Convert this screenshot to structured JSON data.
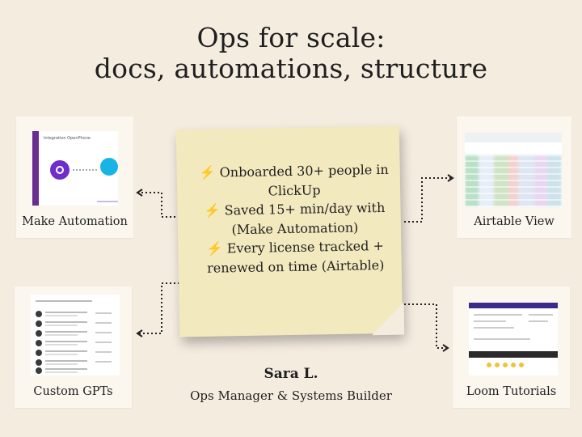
{
  "title": {
    "line1": "Ops for scale:",
    "line2": "docs, automations, structure"
  },
  "cards": {
    "make": {
      "label": "Make Automation",
      "thumb_header": "Integration OpenPhone"
    },
    "airtable": {
      "label": "Airtable View"
    },
    "gpts": {
      "label": "Custom GPTs"
    },
    "loom": {
      "label": "Loom Tutorials"
    }
  },
  "note": {
    "icon": "lightning-icon",
    "lines": [
      "⚡ Onboarded 30+ people in",
      "ClickUp",
      "⚡ Saved 15+ min/day with",
      "(Make Automation)",
      "⚡ Every license tracked +",
      "renewed on time (Airtable)"
    ]
  },
  "author": {
    "name": "Sara L.",
    "role": "Ops Manager & Systems Builder"
  },
  "colors": {
    "background": "#f5ece0",
    "card": "#fbf6ee",
    "note": "#f3e9be",
    "make_purple": "#6d2ec9",
    "loom_purple": "#3a2a8a"
  }
}
